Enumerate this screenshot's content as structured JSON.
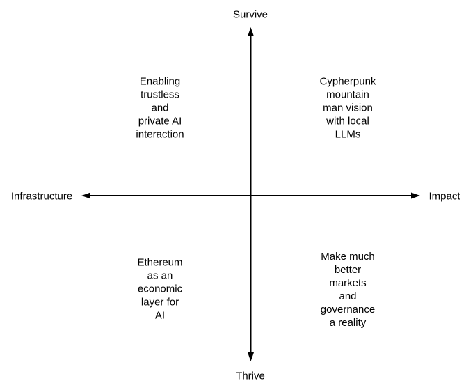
{
  "diagram": {
    "colors": {
      "line": "#000000",
      "text": "#000000",
      "background": "#ffffff"
    },
    "axes": {
      "vertical": {
        "top_label": "Survive",
        "bottom_label": "Thrive"
      },
      "horizontal": {
        "left_label": "Infrastructure",
        "right_label": "Impact"
      }
    },
    "quadrants": {
      "top_left": "Enabling\ntrustless\nand\nprivate AI\ninteraction",
      "top_right": "Cypherpunk\nmountain\nman vision\nwith local\nLLMs",
      "bottom_left": "Ethereum\nas an\neconomic\nlayer for\nAI",
      "bottom_right": "Make much\nbetter\nmarkets\nand\ngovernance\na reality"
    }
  }
}
